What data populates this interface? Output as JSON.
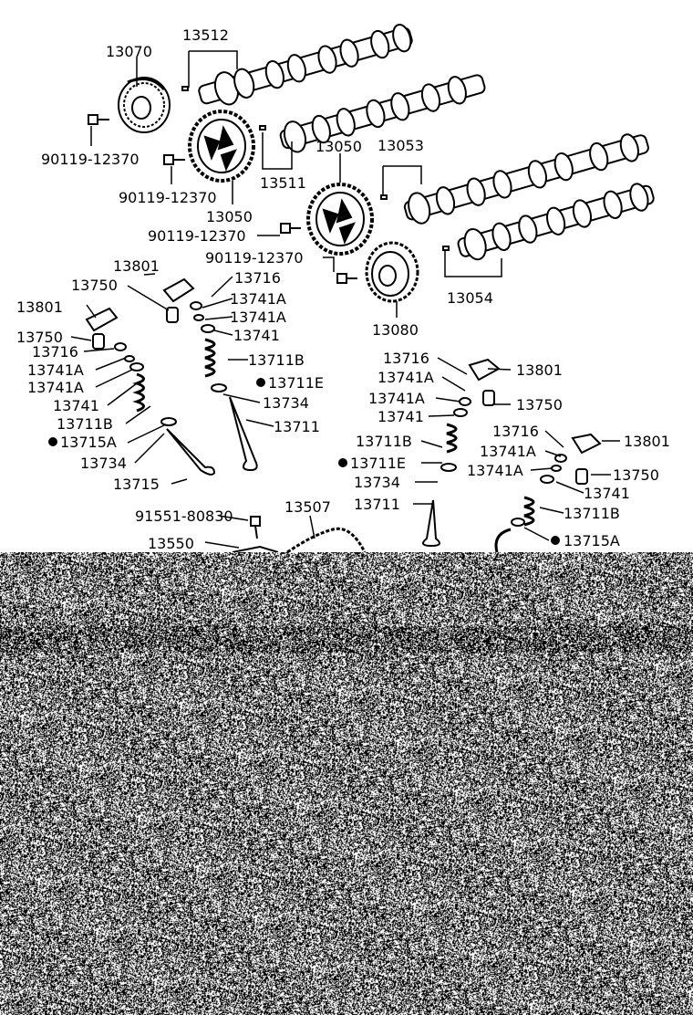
{
  "diagram": {
    "labels": [
      {
        "id": "l-13070",
        "text": "13070"
      },
      {
        "id": "l-13512",
        "text": "13512"
      },
      {
        "id": "l-90119-a",
        "text": "90119-12370"
      },
      {
        "id": "l-90119-b",
        "text": "90119-12370"
      },
      {
        "id": "l-13511",
        "text": "13511"
      },
      {
        "id": "l-13050-a",
        "text": "13050"
      },
      {
        "id": "l-13053",
        "text": "13053"
      },
      {
        "id": "l-13050-b",
        "text": "13050"
      },
      {
        "id": "l-90119-c",
        "text": "90119-12370"
      },
      {
        "id": "l-90119-d",
        "text": "90119-12370"
      },
      {
        "id": "l-13054",
        "text": "13054"
      },
      {
        "id": "l-13080",
        "text": "13080"
      },
      {
        "id": "l-13801-a",
        "text": "13801"
      },
      {
        "id": "l-13750-a",
        "text": "13750"
      },
      {
        "id": "l-13716-a",
        "text": "13716"
      },
      {
        "id": "l-13741A-a",
        "text": "13741A"
      },
      {
        "id": "l-13741A-b",
        "text": "13741A"
      },
      {
        "id": "l-13741-a",
        "text": "13741"
      },
      {
        "id": "l-13711B-a",
        "text": "13711B"
      },
      {
        "id": "l-13711E-a",
        "text": "13711E"
      },
      {
        "id": "l-13734-a",
        "text": "13734"
      },
      {
        "id": "l-13711-a",
        "text": "13711"
      },
      {
        "id": "l-13801-b",
        "text": "13801"
      },
      {
        "id": "l-13750-b",
        "text": "13750"
      },
      {
        "id": "l-13716-b",
        "text": "13716"
      },
      {
        "id": "l-13741A-c",
        "text": "13741A"
      },
      {
        "id": "l-13741A-d",
        "text": "13741A"
      },
      {
        "id": "l-13741-b",
        "text": "13741"
      },
      {
        "id": "l-13711B-b",
        "text": "13711B"
      },
      {
        "id": "l-13715A-a",
        "text": "13715A"
      },
      {
        "id": "l-13734-b",
        "text": "13734"
      },
      {
        "id": "l-13715-a",
        "text": "13715"
      },
      {
        "id": "l-13716-c",
        "text": "13716"
      },
      {
        "id": "l-13801-c",
        "text": "13801"
      },
      {
        "id": "l-13741A-e",
        "text": "13741A"
      },
      {
        "id": "l-13741A-f",
        "text": "13741A"
      },
      {
        "id": "l-13750-c",
        "text": "13750"
      },
      {
        "id": "l-13741-c",
        "text": "13741"
      },
      {
        "id": "l-13711B-c",
        "text": "13711B"
      },
      {
        "id": "l-13711E-b",
        "text": "13711E"
      },
      {
        "id": "l-13734-c",
        "text": "13734"
      },
      {
        "id": "l-13711-b",
        "text": "13711"
      },
      {
        "id": "l-13716-d",
        "text": "13716"
      },
      {
        "id": "l-13801-d",
        "text": "13801"
      },
      {
        "id": "l-13741A-g",
        "text": "13741A"
      },
      {
        "id": "l-13741A-h",
        "text": "13741A"
      },
      {
        "id": "l-13750-d",
        "text": "13750"
      },
      {
        "id": "l-13741-d",
        "text": "13741"
      },
      {
        "id": "l-13711B-d",
        "text": "13711B"
      },
      {
        "id": "l-13715A-b",
        "text": "13715A"
      },
      {
        "id": "l-91551",
        "text": "91551-80830"
      },
      {
        "id": "l-13507",
        "text": "13507"
      },
      {
        "id": "l-13550",
        "text": "13550"
      }
    ]
  }
}
